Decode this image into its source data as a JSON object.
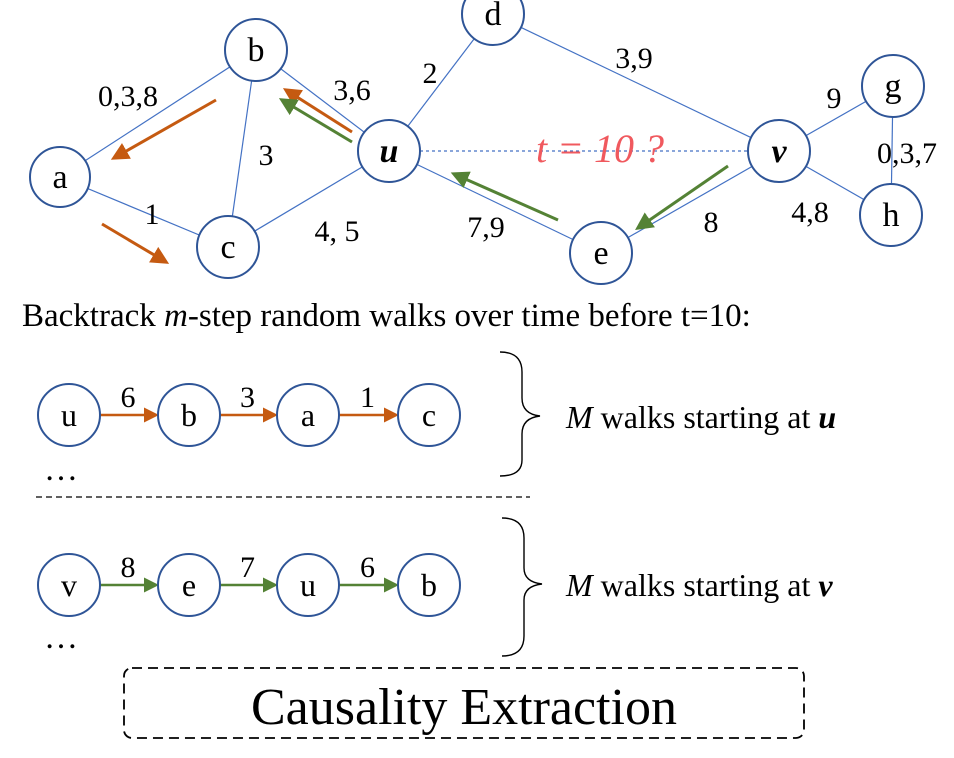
{
  "graph": {
    "nodes": [
      {
        "id": "a",
        "label": "a"
      },
      {
        "id": "b",
        "label": "b"
      },
      {
        "id": "c",
        "label": "c"
      },
      {
        "id": "d",
        "label": "d"
      },
      {
        "id": "u",
        "label": "u"
      },
      {
        "id": "v",
        "label": "v"
      },
      {
        "id": "e",
        "label": "e"
      },
      {
        "id": "g",
        "label": "g"
      },
      {
        "id": "h",
        "label": "h"
      }
    ],
    "edges": [
      {
        "from": "a",
        "to": "b",
        "label": "0,3,8"
      },
      {
        "from": "a",
        "to": "c",
        "label": "1"
      },
      {
        "from": "b",
        "to": "c",
        "label": "3"
      },
      {
        "from": "b",
        "to": "u",
        "label": "3,6"
      },
      {
        "from": "u",
        "to": "d",
        "label": "2"
      },
      {
        "from": "d",
        "to": "v",
        "label": "3,9"
      },
      {
        "from": "u",
        "to": "c",
        "label": "4, 5"
      },
      {
        "from": "u",
        "to": "e",
        "label": "7,9"
      },
      {
        "from": "e",
        "to": "v",
        "label": "8"
      },
      {
        "from": "v",
        "to": "g",
        "label": "9"
      },
      {
        "from": "g",
        "to": "h",
        "label": "0,3,7"
      },
      {
        "from": "v",
        "to": "h",
        "label": "4,8"
      }
    ],
    "query": {
      "from": "u",
      "to": "v",
      "label": "t = 10 ?",
      "color": "#f0595e"
    }
  },
  "colors": {
    "walk_u": "#c55a11",
    "walk_v": "#548235",
    "node_stroke": "#2f5597",
    "edge": "#4472c4"
  },
  "backtrack_text": {
    "prefix": "Backtrack ",
    "m": "m",
    "suffix": "-step random walks over time before t=10:"
  },
  "walks": [
    {
      "nodes": [
        "u",
        "b",
        "a",
        "c"
      ],
      "weights": [
        "6",
        "3",
        "1"
      ],
      "ellipsis": "…",
      "caption_M": "M",
      "caption_text": " walks starting at ",
      "caption_node": "u"
    },
    {
      "nodes": [
        "v",
        "e",
        "u",
        "b"
      ],
      "weights": [
        "8",
        "7",
        "6"
      ],
      "ellipsis": "…",
      "caption_M": "M",
      "caption_text": " walks starting at ",
      "caption_node": "v"
    }
  ],
  "footer": {
    "label": "Causality Extraction"
  }
}
